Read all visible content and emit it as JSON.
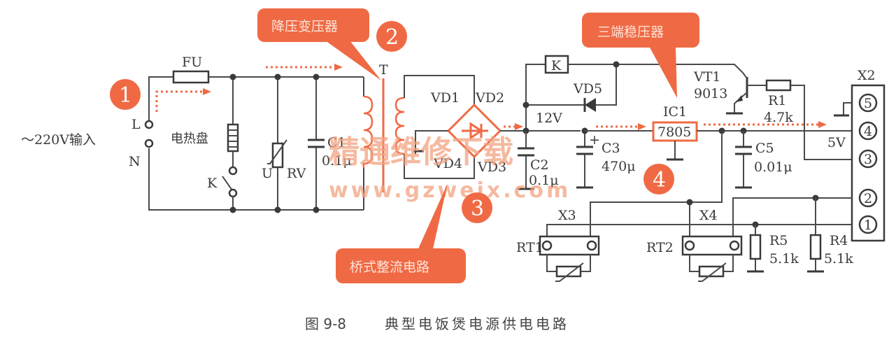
{
  "figure": {
    "caption_number": "图 9-8",
    "caption_title": "典型电饭煲电源供电电路"
  },
  "input": {
    "label": "～220V输入",
    "terminal_l": "L",
    "terminal_n": "N"
  },
  "components": {
    "fuse": "FU",
    "heater": "电热盘",
    "switch_k": "K",
    "varistor_u": "U",
    "varistor_rv": "RV",
    "c1_name": "C1",
    "c1_value": "0.1μ",
    "transformer": "T",
    "vd1": "VD1",
    "vd2": "VD2",
    "vd3": "VD3",
    "vd4": "VD4",
    "relay": "K",
    "vd5": "VD5",
    "v12": "12V",
    "c2_name": "C2",
    "c2_value": "0.1μ",
    "c3_name": "C3",
    "c3_value": "470μ",
    "c3_polarity": "+",
    "ic1_name": "IC1",
    "ic1_part": "7805",
    "vt1_name": "VT1",
    "vt1_part": "9013",
    "r1_name": "R1",
    "r1_value": "4.7k",
    "c5_name": "C5",
    "c5_value": "0.01μ",
    "v5": "5V",
    "x2": "X2",
    "x2_pins": [
      "5",
      "4",
      "3",
      "2",
      "1"
    ],
    "x3": "X3",
    "x4": "X4",
    "rt1": "RT1",
    "rt2": "RT2",
    "r5_name": "R5",
    "r5_value": "5.1k",
    "r4_name": "R4",
    "r4_value": "5.1k"
  },
  "callouts": [
    {
      "number": "1"
    },
    {
      "number": "2",
      "label": "降压变压器"
    },
    {
      "number": "3",
      "label": "桥式整流电路"
    },
    {
      "number": "4",
      "label": "三端稳压器"
    }
  ],
  "watermark": {
    "text": "精通维修下载",
    "url": "www.gzweix.com"
  },
  "colors": {
    "accent": "#ef6a44",
    "wire": "#4a4a4a"
  }
}
